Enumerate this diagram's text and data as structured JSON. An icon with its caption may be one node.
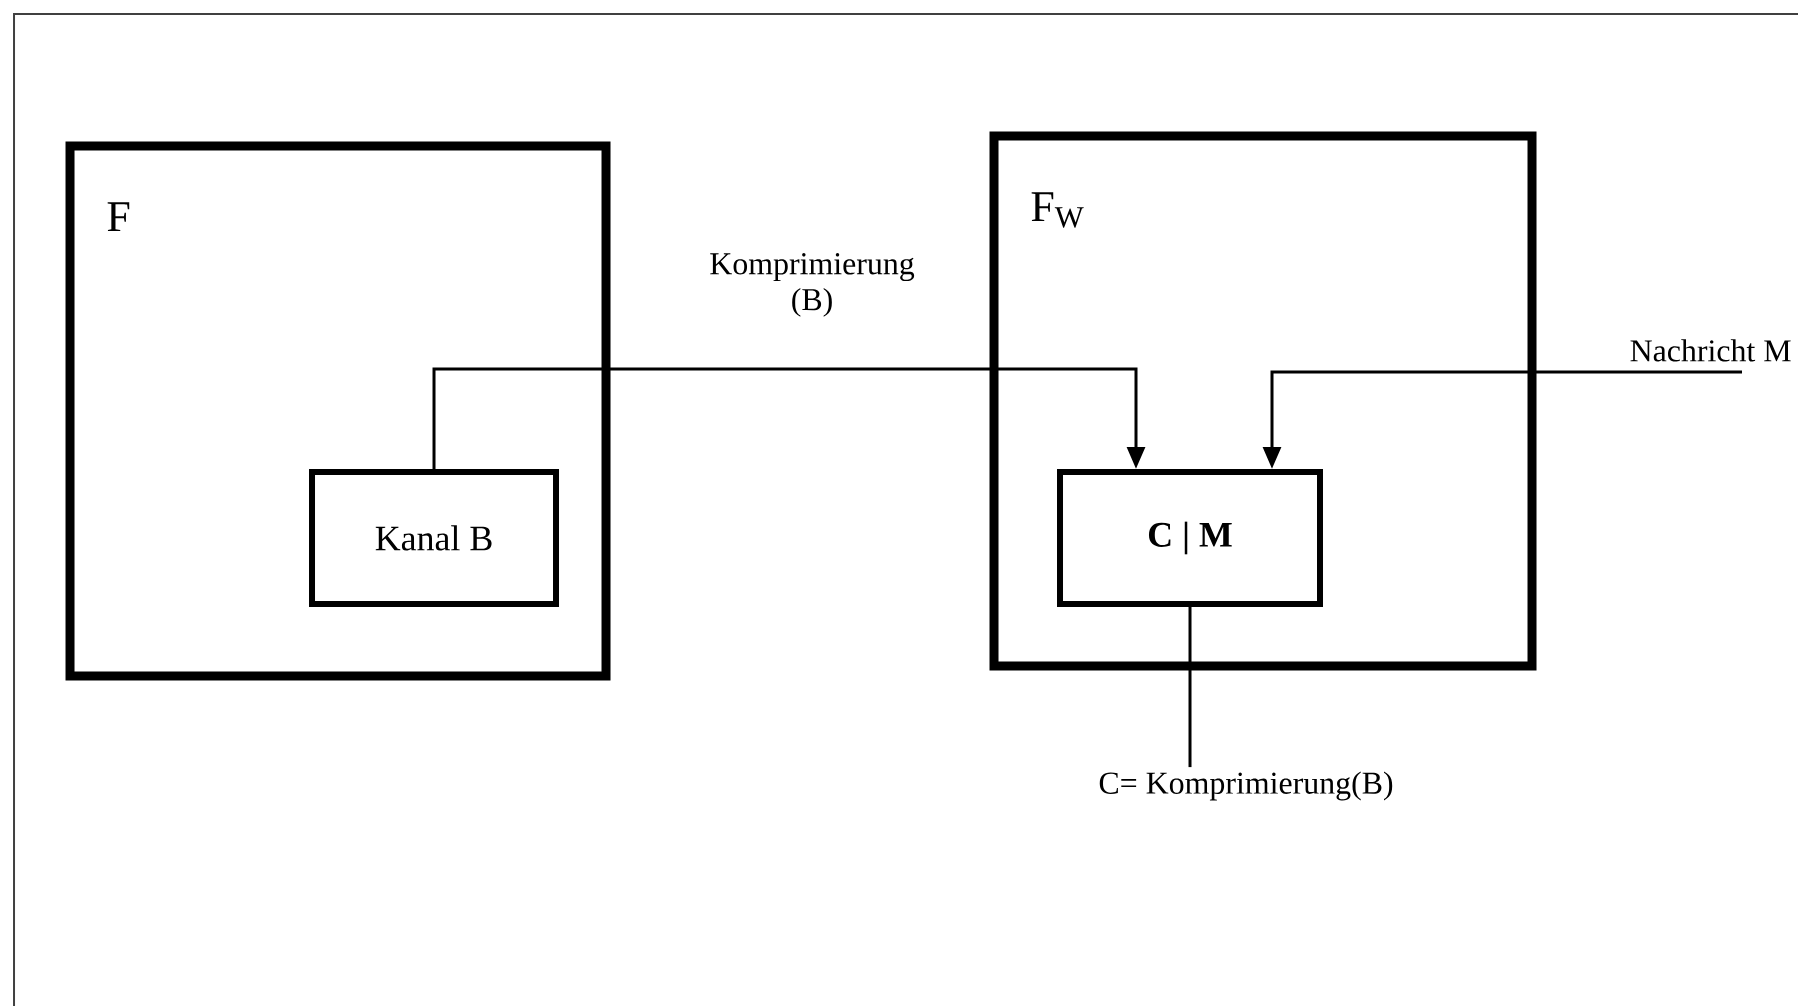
{
  "diagram": {
    "nodes": [
      {
        "text": [
          "F"
        ]
      },
      {
        "text": [
          "Kanal B"
        ],
        "in": 0
      },
      {
        "text": [
          "F$_{W}$"
        ]
      },
      {
        "text": [
          "C | M"
        ],
        "in": 2
      },
      {
        "text": [
          "C= Komprimierung(B)"
        ]
      }
    ],
    "edges": [
      {
        "from": 1,
        "to": 3,
        "arrow": "to",
        "label": "Komprimierung (B)"
      },
      {
        "from": null,
        "to": 3,
        "arrow": "to",
        "label": "Nachricht M"
      },
      {
        "from": 3,
        "to": 4,
        "arrow": "none"
      }
    ]
  }
}
